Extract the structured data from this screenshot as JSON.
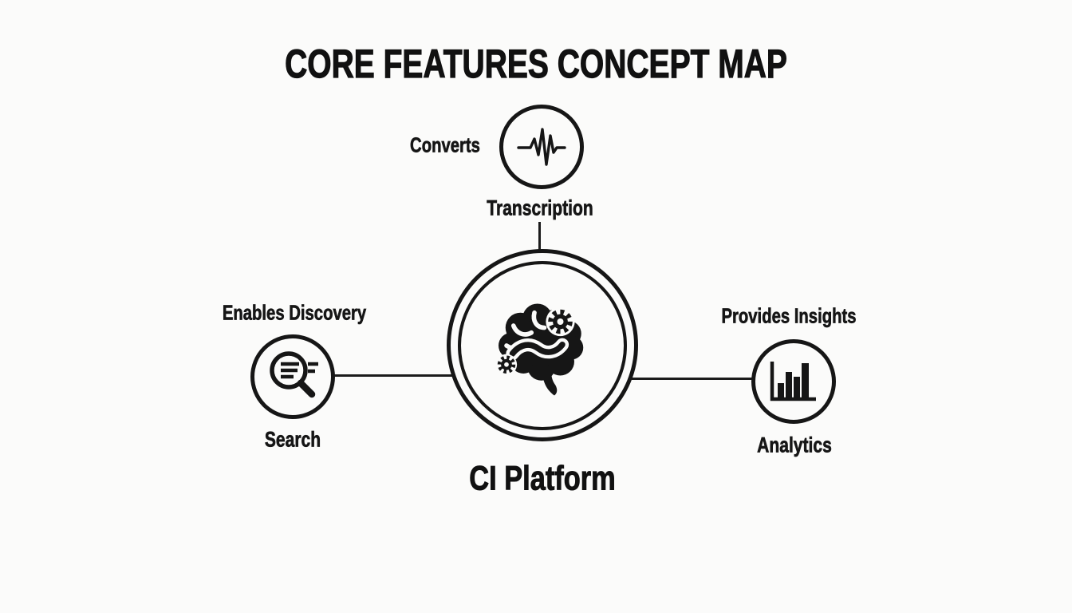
{
  "title": "CORE FEATURES CONCEPT MAP",
  "colors": {
    "background": "#fbfbfa",
    "ink": "#161616"
  },
  "center_node": {
    "label": "CI Platform",
    "icon": "brain-gears-icon",
    "ring_style": "double-circle"
  },
  "nodes": {
    "transcription": {
      "label": "Transcription",
      "edge_label": "Converts",
      "icon": "waveform-icon",
      "position": "top"
    },
    "search": {
      "label": "Search",
      "edge_label": "Enables Discovery",
      "icon": "search-text-icon",
      "position": "left"
    },
    "analytics": {
      "label": "Analytics",
      "edge_label": "Provides Insights",
      "icon": "bar-chart-icon",
      "position": "right"
    }
  }
}
